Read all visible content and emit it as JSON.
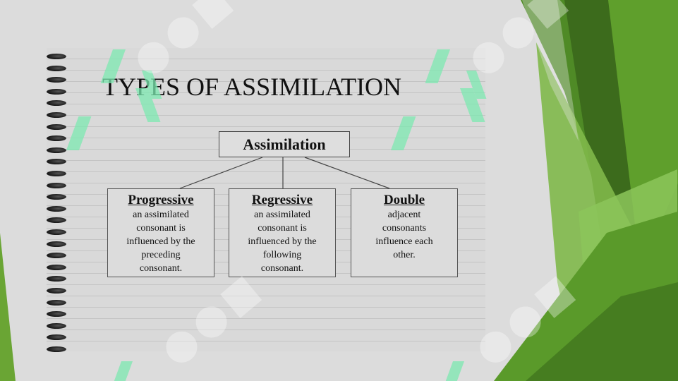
{
  "slide": {
    "title": "TYPES OF ASSIMILATION",
    "colors": {
      "background": "#dcdcdc",
      "paper": "#d9d9d9",
      "green_dark": "#3f6b1f",
      "green_mid": "#5a9a2a",
      "green_light": "#8fc45a",
      "watermark": "#7de8b0"
    }
  },
  "diagram": {
    "root": "Assimilation",
    "types": [
      {
        "heading": "Progressive",
        "lines": [
          "an assimilated",
          "consonant is",
          "influenced by the",
          "preceding",
          "consonant."
        ]
      },
      {
        "heading": "Regressive",
        "lines": [
          "an assimilated",
          "consonant is",
          "influenced by the",
          "following",
          "consonant."
        ]
      },
      {
        "heading": "Double",
        "lines": [
          "adjacent",
          "consonants",
          "influence each",
          "other."
        ]
      }
    ]
  },
  "watermark": {
    "icon": "sofi-logo-icon"
  }
}
